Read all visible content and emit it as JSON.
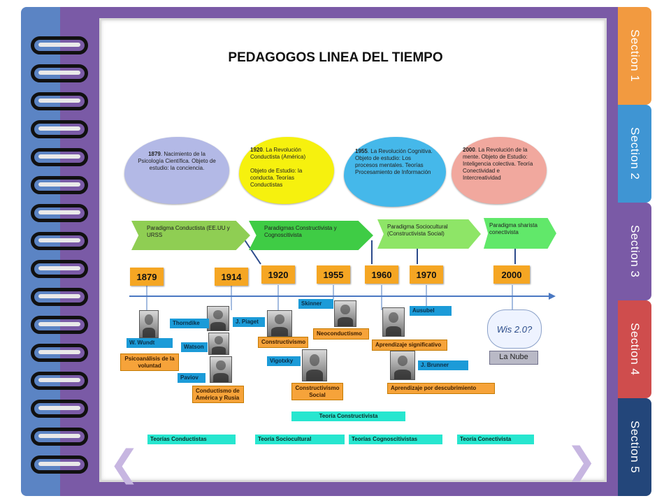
{
  "title": "PEDAGOGOS LINEA DEL TIEMPO",
  "tabs": [
    {
      "label": "Section 1",
      "color": "#f29a40"
    },
    {
      "label": "Section 2",
      "color": "#3f95d3"
    },
    {
      "label": "Section 3",
      "color": "#7a5aa6"
    },
    {
      "label": "Section 4",
      "color": "#cf4d4d"
    },
    {
      "label": "Section 5",
      "color": "#23467a"
    }
  ],
  "clouds": [
    {
      "year": "1879",
      "text": ". Nacimiento de la Psicología Científica. Objeto de estudio: la conciencia.",
      "color": "#b3b9e6"
    },
    {
      "year": "1920",
      "text": ". La Revolución Conductista (América)",
      "extra": "Objeto de Estudio: la conducta. Teorías Conductistas",
      "color": "#f6f10e"
    },
    {
      "year": "1955",
      "text": ". La Revolución Cognitiva. Objeto de estudio: Los procesos mentales. Teorías Procesamiento de Información",
      "color": "#45b8ea"
    },
    {
      "year": "2000",
      "text": ". La Revolución de la mente. Objeto de Estudio: Inteligencia colectiva. Teoría Conectividad e Intercreatividad",
      "color": "#f1a89e"
    }
  ],
  "paradigms": [
    {
      "text": "Paradigma Conductista (EE.UU y URSS",
      "color": "#8fce53"
    },
    {
      "text": "Paradigmas Constructivista y Cognoscitivista",
      "color": "#3fcc45"
    },
    {
      "text": "Paradigma Sociocultural (Constructivista Social)",
      "color": "#8ee567"
    },
    {
      "text": "Paradigma sharista conectivista",
      "color": "#61e86a"
    }
  ],
  "years": [
    "1879",
    "1914",
    "1920",
    "1955",
    "1960",
    "1970",
    "2000"
  ],
  "people": {
    "wundt": "W.  Wundt",
    "thorndike": "Thorndike",
    "watson": "Watson",
    "pavlov": "Paviov",
    "piaget": "J. Piaget",
    "skinner": "Skinner",
    "vigotsky": "Vigotxky",
    "ausubel": "Ausubel",
    "brunner": "J. Brunner",
    "nube": "La Nube",
    "nube_bubble": "Wis 2.0?"
  },
  "theories_orange": {
    "psico": "Psicoanálisis de la voluntad",
    "conductismo": "Conductismo de América y Rusia",
    "constructivismo": "Constructivismo",
    "neoconductismo": "Neoconductismo",
    "social": "Constructivismo Social",
    "significativo": "Aprendizaje significativo",
    "descubrimiento": "Aprendizaje por descubrimiento"
  },
  "theory_main": "Teoría Constructivista",
  "theories_bottom": [
    "Teorías Conductistas",
    "Teoría Sociocultural",
    "Teorías Cognoscitivistas",
    "Teoría Conectivista"
  ],
  "nav": {
    "prev": "❮",
    "next": "❯"
  }
}
